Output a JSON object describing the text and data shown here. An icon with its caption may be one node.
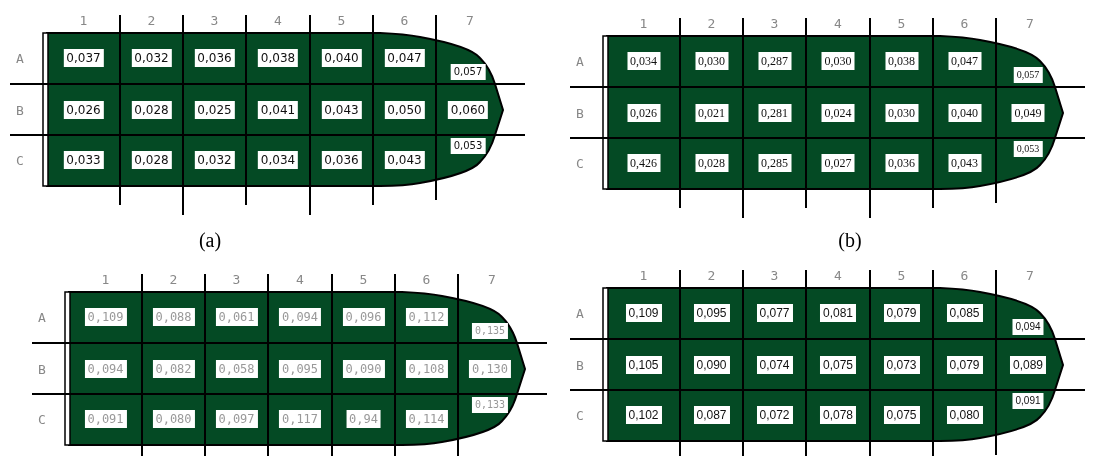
{
  "diagram": {
    "labels": [
      "1",
      "2",
      "3",
      "4",
      "5",
      "6",
      "7",
      "A",
      "0,037",
      "0,032",
      "0,036",
      "0,038",
      "0,040",
      "0,047",
      "0,057",
      "B",
      "0,026",
      "0,028",
      "0,025",
      "0,041",
      "0,043",
      "0,050",
      "0,060",
      "C",
      "0,033",
      "0,028",
      "0,032",
      "0,034",
      "0,036",
      "0,043",
      "0,053",
      "1",
      "2",
      "3",
      "4",
      "5",
      "6",
      "7",
      "A",
      "0,034",
      "0,030",
      "0,287",
      "0,030",
      "0,038",
      "0,047",
      "0,057",
      "B",
      "0,026",
      "0,021",
      "0,281",
      "0,024",
      "0,030",
      "0,040",
      "0,049",
      "C",
      "0,426",
      "0,028",
      "0,285",
      "0,027",
      "0,036",
      "0,043",
      "0,053",
      "(a)",
      "(b)",
      "1",
      "2",
      "3",
      "4",
      "5",
      "6",
      "7",
      "A",
      "0,109",
      "0,088",
      "0,061",
      "0,094",
      "0,096",
      "0,112",
      "0,135",
      "B",
      "0,094",
      "0,082",
      "0,058",
      "0,095",
      "0,090",
      "0,108",
      "0,130",
      "C",
      "0,091",
      "0,080",
      "0,097",
      "0,117",
      "0,94",
      "0,114",
      "0,133",
      "1",
      "2",
      "3",
      "4",
      "5",
      "6",
      "7",
      "A",
      "0,109",
      "0,095",
      "0,077",
      "0,081",
      "0,079",
      "0,085",
      "0,094",
      "B",
      "0,105",
      "0,090",
      "0,074",
      "0,075",
      "0,073",
      "0,079",
      "0,089",
      "C",
      "0,102",
      "0,087",
      "0,072",
      "0,078",
      "0,075",
      "0,080",
      "0,091"
    ]
  }
}
